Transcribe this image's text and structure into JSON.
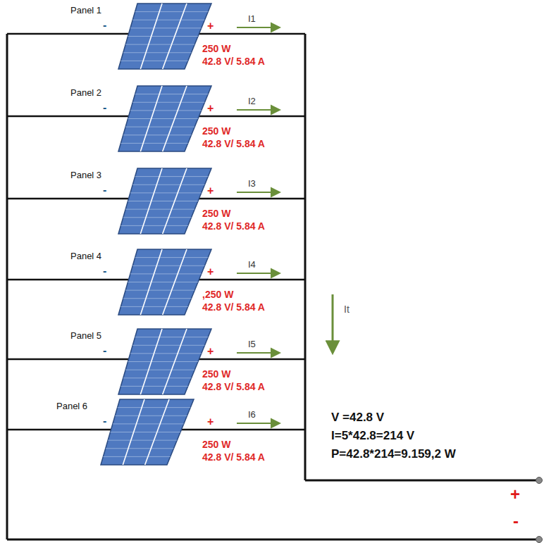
{
  "diagram": {
    "labels": [
      "Panel 1",
      "-",
      "+",
      "I1",
      "250 W",
      "42.8 V/ 5.84 A",
      "Panel 2",
      "-",
      "+",
      "I2",
      "250 W",
      "42.8 V/ 5.84 A",
      "Panel 3",
      "-",
      "+",
      "I3",
      "250 W",
      "42.8 V/ 5.84 A",
      "Panel 4",
      "-",
      "+",
      "I4",
      ",250 W",
      "42.8 V/ 5.84 A",
      "It",
      "Panel 5",
      "-",
      "+",
      "I5",
      "250 W",
      "42.8 V/ 5.84 A",
      "Panel 6",
      "-",
      "+",
      "I6",
      "250 W",
      "42.8 V/ 5.84 A",
      "V =42.8 V",
      "I=5*42.8=214 V",
      "P=42.8*214=9.159,2 W",
      "+",
      "-"
    ]
  }
}
